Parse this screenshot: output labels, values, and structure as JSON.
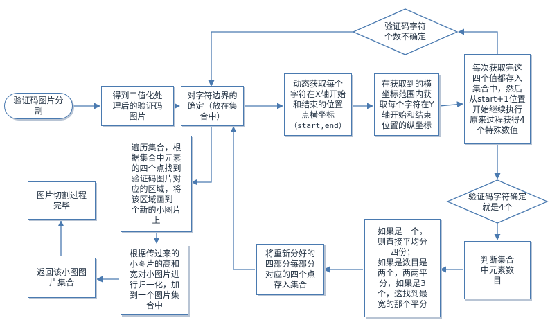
{
  "nodes": {
    "start": "验证码图片分\n割",
    "binarize": "得到二值化处\n理后的验证码\n图片",
    "determine": "对字符边界的\n确定（放在集\n合中）",
    "dynamic_x": "动态获取每个\n字符在X轴开始\n和结束的位置\n点横坐标",
    "dynamic_x_coords": "（start,end）",
    "within_x": "在获取到的横\n坐标范围内获\n取每个字符在Y\n轴开始和结束\n位置的纵坐标",
    "loop": "每次获取完这\n四个值都存入\n集合中，然后\n从start+1位置\n开始继续执行\n原来过程获得4\n个特殊数值",
    "uncertain": "验证码字符\n个数不确定",
    "certain": "验证码字符确定\n就是4个",
    "judge": "判断集合\n中元素数\n目",
    "split_rule": "如果是一个，\n则直接平均分\n四份；\n如果是数目是\n两个，两两平\n分，如果是3\n个，这找到最\n宽的那个平分",
    "store4": "将重新分好的\n四部分每部分\n对应的四个点\n存入集合",
    "traverse": "遍历集合，根\n据集合中元素\n的四个点找到\n验证码图片对\n应的区域，将\n该区域画到一\n个新的小图片\n上",
    "normalize": "根据传过来的\n小图片的高和\n宽对小图片进\n行归一化，加\n到一个图片集\n合中",
    "return": "返回该小图图\n片集合",
    "done": "图片切割过程\n完毕"
  },
  "colors": {
    "box_border": "#4a7ab0",
    "arrow": "#4a7ab0",
    "text": "#1f2e3f",
    "shadow": "#b8c4d4"
  }
}
